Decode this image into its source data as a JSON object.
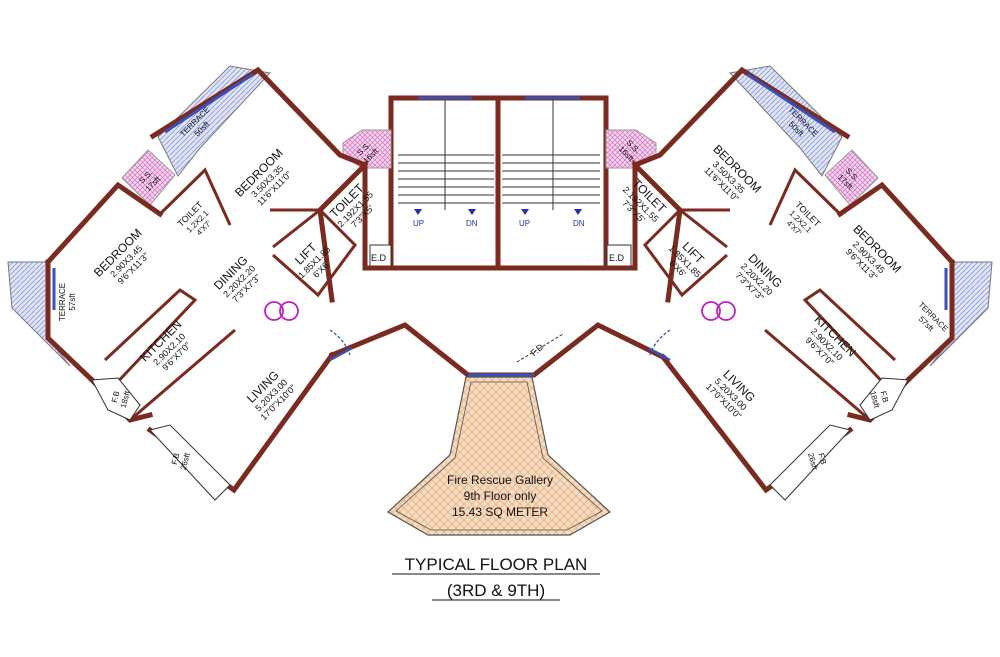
{
  "title": {
    "line1": "TYPICAL FLOOR PLAN",
    "line2": "(3RD & 9TH)"
  },
  "fire_gallery": {
    "line1": "Fire Rescue Gallery",
    "line2": "9th Floor only",
    "line3": "15.43 SQ METER"
  },
  "core": {
    "stairs": [
      "UP",
      "DN",
      "UP",
      "DN"
    ],
    "ed_left": "E.D",
    "ed_right": "E.D",
    "fd": "F.D",
    "lift_left": {
      "name": "LIFT",
      "dim1": "1.85X1.85",
      "dim2": "6'X6'"
    },
    "lift_right": {
      "name": "LIFT",
      "dim1": "1.85X1.85",
      "dim2": "6'X6'"
    },
    "ss_left": {
      "name": "S.S.",
      "area": "16sft"
    },
    "ss_right": {
      "name": "S.S.",
      "area": "16sft"
    }
  },
  "left_flat": {
    "terrace_top": {
      "name": "TERRACE",
      "area": "50sft"
    },
    "terrace_left": {
      "name": "TERRACE",
      "area": "57sft"
    },
    "ss": {
      "name": "S.S.",
      "area": "17sft"
    },
    "toilet_small": {
      "name": "TOILET",
      "dim1": "1.2X2.1",
      "dim2": "4'X7'"
    },
    "bedroom_main": {
      "name": "BEDROOM",
      "dim1": "3.50X3.35",
      "dim2": "11'6\"X11'0\""
    },
    "bedroom_side": {
      "name": "BEDROOM",
      "dim1": "2.90X3.45",
      "dim2": "9'6\"X11'3\""
    },
    "toilet": {
      "name": "TOILET",
      "dim1": "2.192X1.55",
      "dim2": "7'3\"X5'"
    },
    "dining": {
      "name": "DINING",
      "dim1": "2.20X2.20",
      "dim2": "7'3\"X7'3\""
    },
    "kitchen": {
      "name": "KITCHEN",
      "dim1": "2.90X2.10",
      "dim2": "9'6\"X7'0\""
    },
    "living": {
      "name": "LIVING",
      "dim1": "5.20X3.00",
      "dim2": "17'0\"X10'0\""
    },
    "fb1": {
      "name": "F.B",
      "area": "18sft"
    },
    "fb2": {
      "name": "F.B",
      "area": "26sft"
    }
  },
  "right_flat": {
    "terrace_top": {
      "name": "TERRACE",
      "area": "50sft"
    },
    "terrace_right": {
      "name": "TERRACE",
      "area": "57sft"
    },
    "ss": {
      "name": "S.S.",
      "area": "17sft"
    },
    "toilet_small": {
      "name": "TOILET",
      "dim1": "1.2X2.1",
      "dim2": "4'X7'"
    },
    "bedroom_main": {
      "name": "BEDROOM",
      "dim1": "3.50X3.35",
      "dim2": "11'6\"X11'0\""
    },
    "bedroom_side": {
      "name": "BEDROOM",
      "dim1": "2.90X3.45",
      "dim2": "9'6\"X11'3\""
    },
    "toilet": {
      "name": "TOILET",
      "dim1": "2.192X1.55",
      "dim2": "7'3\"X5'"
    },
    "dining": {
      "name": "DINING",
      "dim1": "2.20X2.20",
      "dim2": "7'3\"X7'3\""
    },
    "kitchen": {
      "name": "KITCHEN",
      "dim1": "2.90X2.10",
      "dim2": "9'6\"X7'0\""
    },
    "living": {
      "name": "LIVING",
      "dim1": "5.20X3.00",
      "dim2": "17'0\"X10'0\""
    },
    "fb1": {
      "name": "F.B",
      "area": "18sft"
    },
    "fb2": {
      "name": "F.B",
      "area": "26sft"
    }
  }
}
